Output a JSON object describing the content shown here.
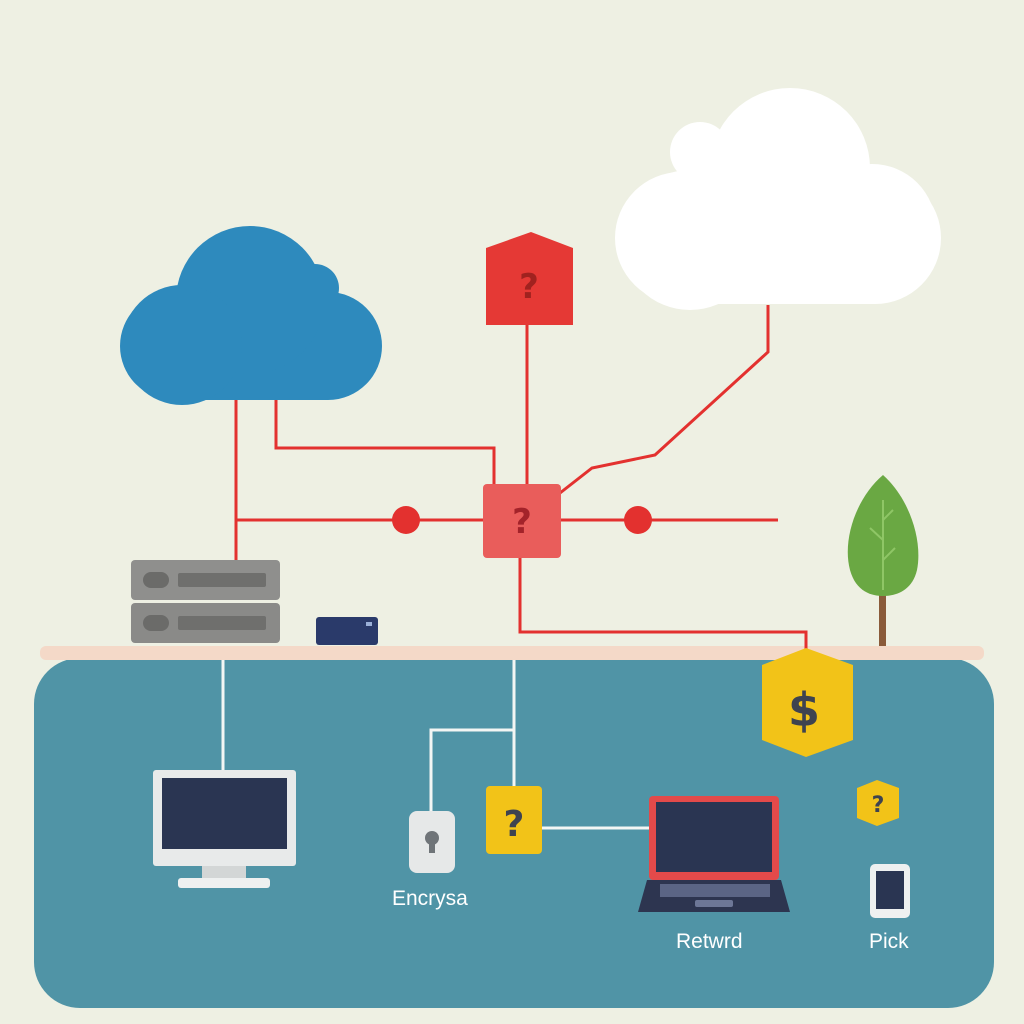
{
  "colors": {
    "background": "#eef0e3",
    "cloud_blue": "#2e8abd",
    "cloud_white": "#ffffff",
    "connector_red": "#e3312f",
    "unknown_node_red": "#e53935",
    "unknown_node_pink": "#e95d5b",
    "shield_yellow": "#f2c318",
    "lan_panel": "#5094a6",
    "server_gray": "#8a8a88",
    "screen_navy": "#2a3552",
    "tree_green": "#6aa843"
  },
  "glyphs": {
    "unknown": "?",
    "currency": "$"
  },
  "icons": [
    "cloud-icon",
    "server-rack-icon",
    "router-icon",
    "question-box-icon",
    "dollar-shield-icon",
    "tree-icon",
    "desktop-monitor-icon",
    "padlock-device-icon",
    "laptop-icon",
    "tablet-icon"
  ],
  "labels": {
    "padlock": "Encrysa",
    "laptop": "Retwrd",
    "tablet": "Pick"
  }
}
